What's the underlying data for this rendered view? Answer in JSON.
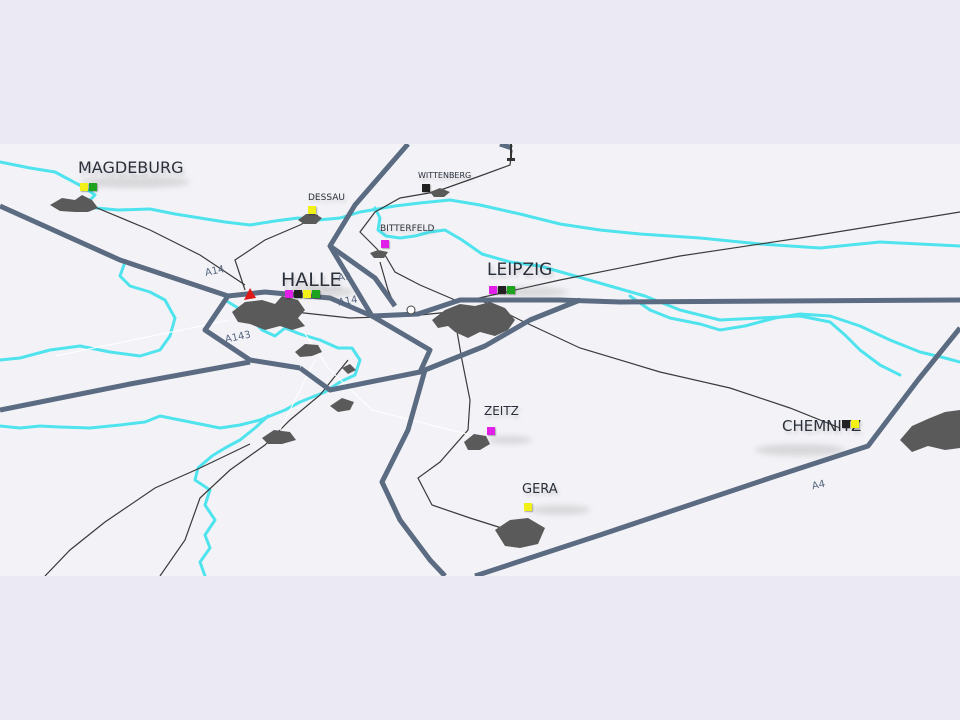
{
  "map": {
    "colors": {
      "background": "#ebeaf4",
      "land": "#f3f3f7",
      "motorway": "#5b6b82",
      "river": "#4fe3ee",
      "rail": "#3a3a3a",
      "urban_area": "#5a5a5a",
      "marker_magenta": "#e020e8",
      "marker_black": "#222222",
      "marker_yellow": "#f2f016",
      "marker_green": "#1ea31e",
      "location_pin": "#e01818"
    },
    "cities": {
      "magdeburg": "MAGDEBURG",
      "dessau": "DESSAU",
      "wittenberg": "WITTENBERG",
      "bitterfeld": "BITTERFELD",
      "halle": "HALLE",
      "leipzig": "LEIPZIG",
      "zeitz": "ZEITZ",
      "gera": "GERA",
      "chemnitz": "CHEMNITZ"
    },
    "roads": {
      "a14_west": "A14",
      "a9": "A9",
      "a14_east": "A14",
      "a143": "A143",
      "a4": "A4"
    },
    "city_markers": {
      "magdeburg": [
        "marker_yellow",
        "marker_green"
      ],
      "dessau": [
        "marker_yellow"
      ],
      "wittenberg": [
        "marker_black"
      ],
      "bitterfeld": [
        "marker_magenta"
      ],
      "halle": [
        "marker_magenta",
        "marker_black",
        "marker_yellow",
        "marker_green"
      ],
      "leipzig": [
        "marker_magenta",
        "marker_black",
        "marker_green"
      ],
      "zeitz": [
        "marker_magenta"
      ],
      "gera": [
        "marker_yellow"
      ],
      "chemnitz": [
        "marker_black",
        "marker_yellow"
      ]
    }
  }
}
